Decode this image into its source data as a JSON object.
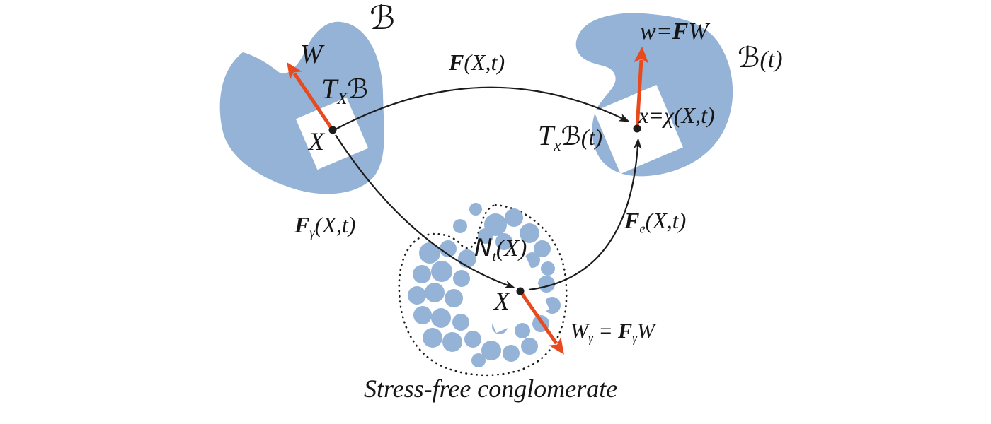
{
  "colors": {
    "body_fill": "#94b3d6",
    "arrow": "#e8491d",
    "line": "#1c1c1c"
  },
  "reference_body": {
    "name": "ℬ",
    "vector": "W",
    "tangent": {
      "T": "T",
      "sub": "X",
      "B": "ℬ"
    },
    "point": "X"
  },
  "current_body": {
    "name": {
      "B": "ℬ",
      "suffix": "(t)"
    },
    "vector": {
      "w": "w",
      "eq": "=",
      "F": "F",
      "W": "W"
    },
    "tangent": {
      "T": "T",
      "sub": "x",
      "B": "ℬ",
      "suffix": "(t)"
    },
    "point": {
      "x": "x",
      "eq": "=",
      "chi": "χ",
      "args": "(X,t)"
    }
  },
  "conglomerate": {
    "neighborhood": {
      "N": "N",
      "sub": "t",
      "args": "(X)"
    },
    "point": "X",
    "vector": {
      "W1": "W",
      "sub1": "γ",
      "eq": " = ",
      "F": "F",
      "sub2": "γ",
      "W2": "W"
    },
    "caption": "Stress-free conglomerate"
  },
  "maps": {
    "F": {
      "F": "F",
      "args": "(X,t)"
    },
    "Fgamma": {
      "F": "F",
      "sub": "γ",
      "args": "(X,t)"
    },
    "Fe": {
      "F": "F",
      "sub": "e",
      "args": "(X,t)"
    }
  }
}
